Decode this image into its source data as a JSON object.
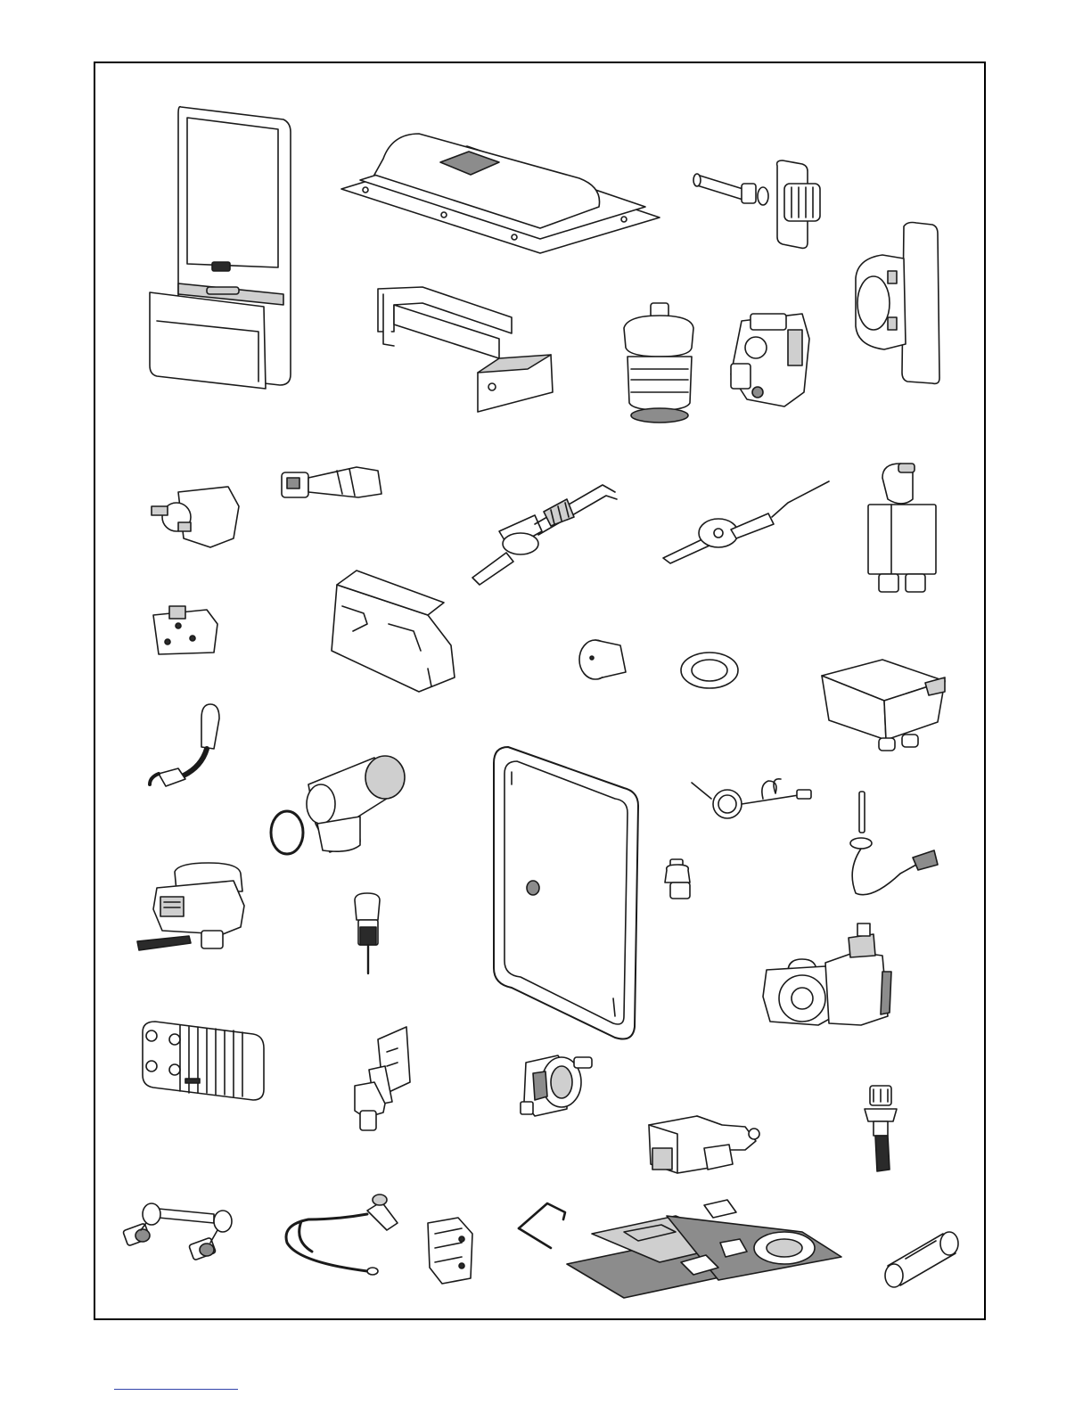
{
  "figure": {
    "kind": "exploded spare-parts illustration",
    "frame_color": "#000000",
    "line_color": "#1a1a1a",
    "footer_rule_color": "#3344aa"
  },
  "parts": [
    {
      "id": "front-casing-panel"
    },
    {
      "id": "combustion-chamber-cover"
    },
    {
      "id": "flow-connector-fitting"
    },
    {
      "id": "fan-housing-cover"
    },
    {
      "id": "burner-side-panels"
    },
    {
      "id": "expansion-filter-cartridge"
    },
    {
      "id": "gas-valve"
    },
    {
      "id": "overheat-thermostat"
    },
    {
      "id": "temperature-sensor"
    },
    {
      "id": "ignition-electrode"
    },
    {
      "id": "detection-electrode"
    },
    {
      "id": "ignition-transformer"
    },
    {
      "id": "control-pcb"
    },
    {
      "id": "insulation-panel"
    },
    {
      "id": "limit-thermostat"
    },
    {
      "id": "sealing-washer"
    },
    {
      "id": "junction-box"
    },
    {
      "id": "ignition-lead"
    },
    {
      "id": "condensate-elbow-with-o-ring"
    },
    {
      "id": "door-seal-gasket-panel"
    },
    {
      "id": "pressure-gauge"
    },
    {
      "id": "ntc-probe-with-lead"
    },
    {
      "id": "diverter-motor"
    },
    {
      "id": "automatic-air-vent"
    },
    {
      "id": "safety-valve-cartridge"
    },
    {
      "id": "circulation-pump"
    },
    {
      "id": "plate-heat-exchanger"
    },
    {
      "id": "flow-switch"
    },
    {
      "id": "pressure-switch"
    },
    {
      "id": "three-way-valve-actuator"
    },
    {
      "id": "drain-cock"
    },
    {
      "id": "bypass-pipe-assembly"
    },
    {
      "id": "earth-cable"
    },
    {
      "id": "terminal-block"
    },
    {
      "id": "spring-clip"
    },
    {
      "id": "gasket-kit"
    },
    {
      "id": "fuse"
    }
  ]
}
